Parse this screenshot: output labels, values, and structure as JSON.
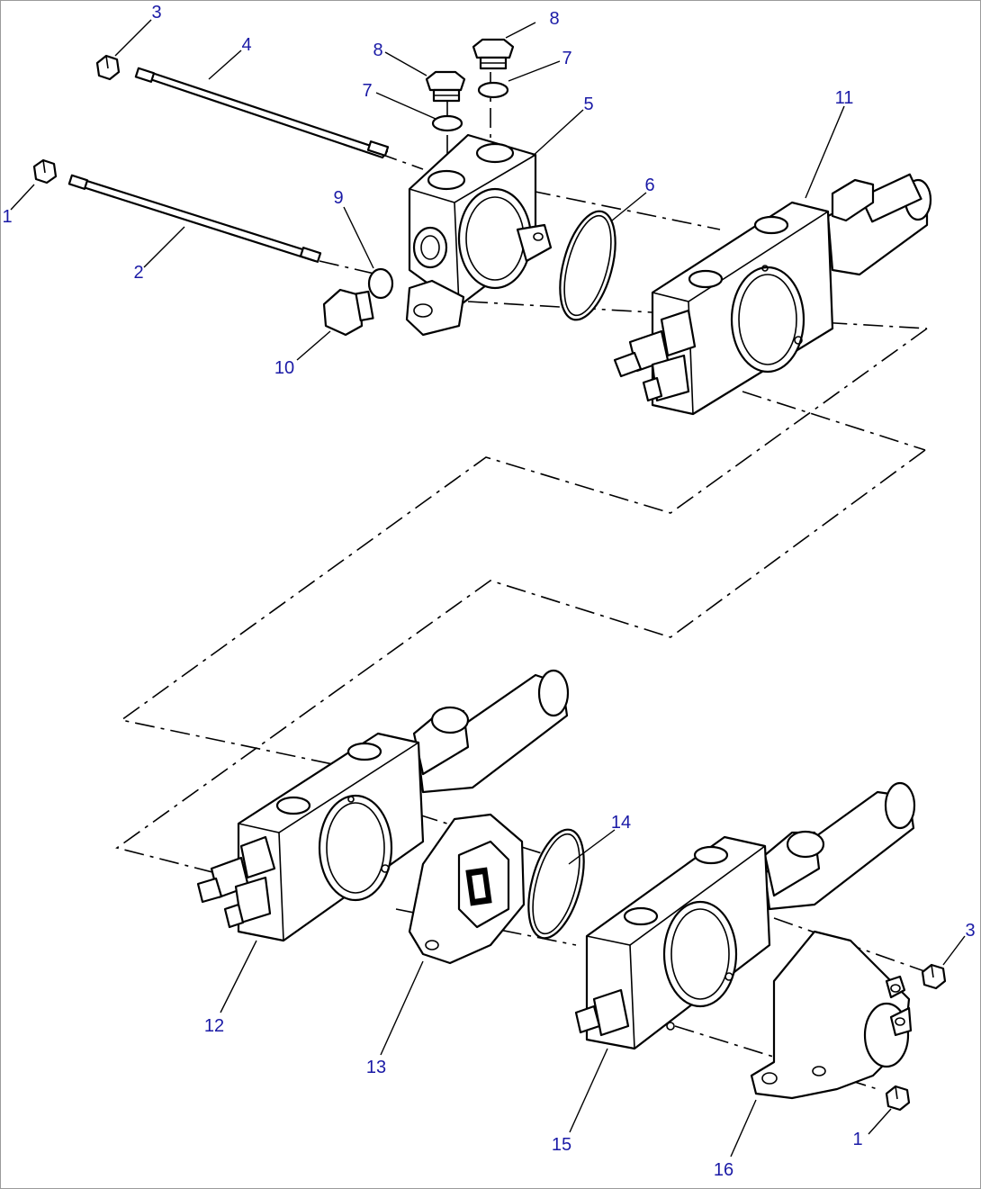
{
  "diagram": {
    "callouts": [
      {
        "id": "c3a",
        "text": "3"
      },
      {
        "id": "c4",
        "text": "4"
      },
      {
        "id": "c1a",
        "text": "1"
      },
      {
        "id": "c2",
        "text": "2"
      },
      {
        "id": "c8a",
        "text": "8"
      },
      {
        "id": "c8b",
        "text": "8"
      },
      {
        "id": "c7a",
        "text": "7"
      },
      {
        "id": "c7b",
        "text": "7"
      },
      {
        "id": "c5",
        "text": "5"
      },
      {
        "id": "c9",
        "text": "9"
      },
      {
        "id": "c6",
        "text": "6"
      },
      {
        "id": "c10",
        "text": "10"
      },
      {
        "id": "c11",
        "text": "11"
      },
      {
        "id": "c14",
        "text": "14"
      },
      {
        "id": "c3b",
        "text": "3"
      },
      {
        "id": "c12",
        "text": "12"
      },
      {
        "id": "c13",
        "text": "13"
      },
      {
        "id": "c15",
        "text": "15"
      },
      {
        "id": "c1b",
        "text": "1"
      },
      {
        "id": "c16",
        "text": "16"
      }
    ],
    "colors": {
      "callout": "#1a1aa6",
      "line": "#000000",
      "background": "#ffffff"
    }
  }
}
